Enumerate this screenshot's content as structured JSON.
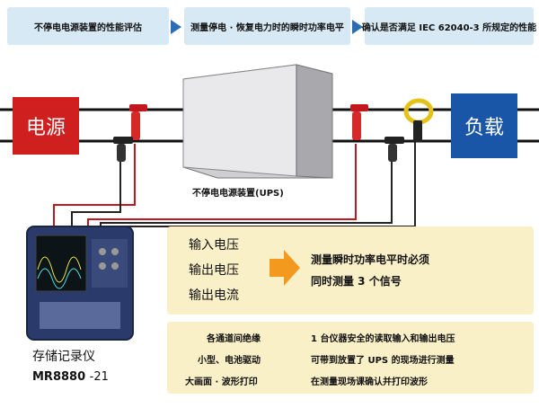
{
  "steps": [
    "不停电电源装置的性能评估",
    "测量停电 · 恢复电力时的瞬时功率电平",
    "确认是否满足 IEC 62040-3 所规定的性能"
  ],
  "colors": {
    "source": "#d01f1f",
    "load": "#1a56a8",
    "arrow": "#2a6db5",
    "highlight_arrow": "#f2991e",
    "panel": "#faf0c8"
  },
  "diagram": {
    "source_label": "电源",
    "load_label": "负载",
    "ups_label": "不停电电源装置(UPS)"
  },
  "signals": {
    "items": [
      "输入电压",
      "输出电压",
      "输出电流"
    ],
    "result_lines": [
      "测量瞬时功率电平时必须",
      "同时测量 3 个信号"
    ]
  },
  "features": {
    "left": [
      "各通道间绝缘",
      "小型、电池驱动",
      "大画面 · 波形打印"
    ],
    "right": [
      "1 台仪器安全的读取输入和输出电压",
      "可带到放置了 UPS 的现场进行测量",
      "在测量现场课确认并打印波形"
    ]
  },
  "recorder": {
    "name": "存储记录仪",
    "model": "MR8880",
    "suffix": "-21"
  }
}
